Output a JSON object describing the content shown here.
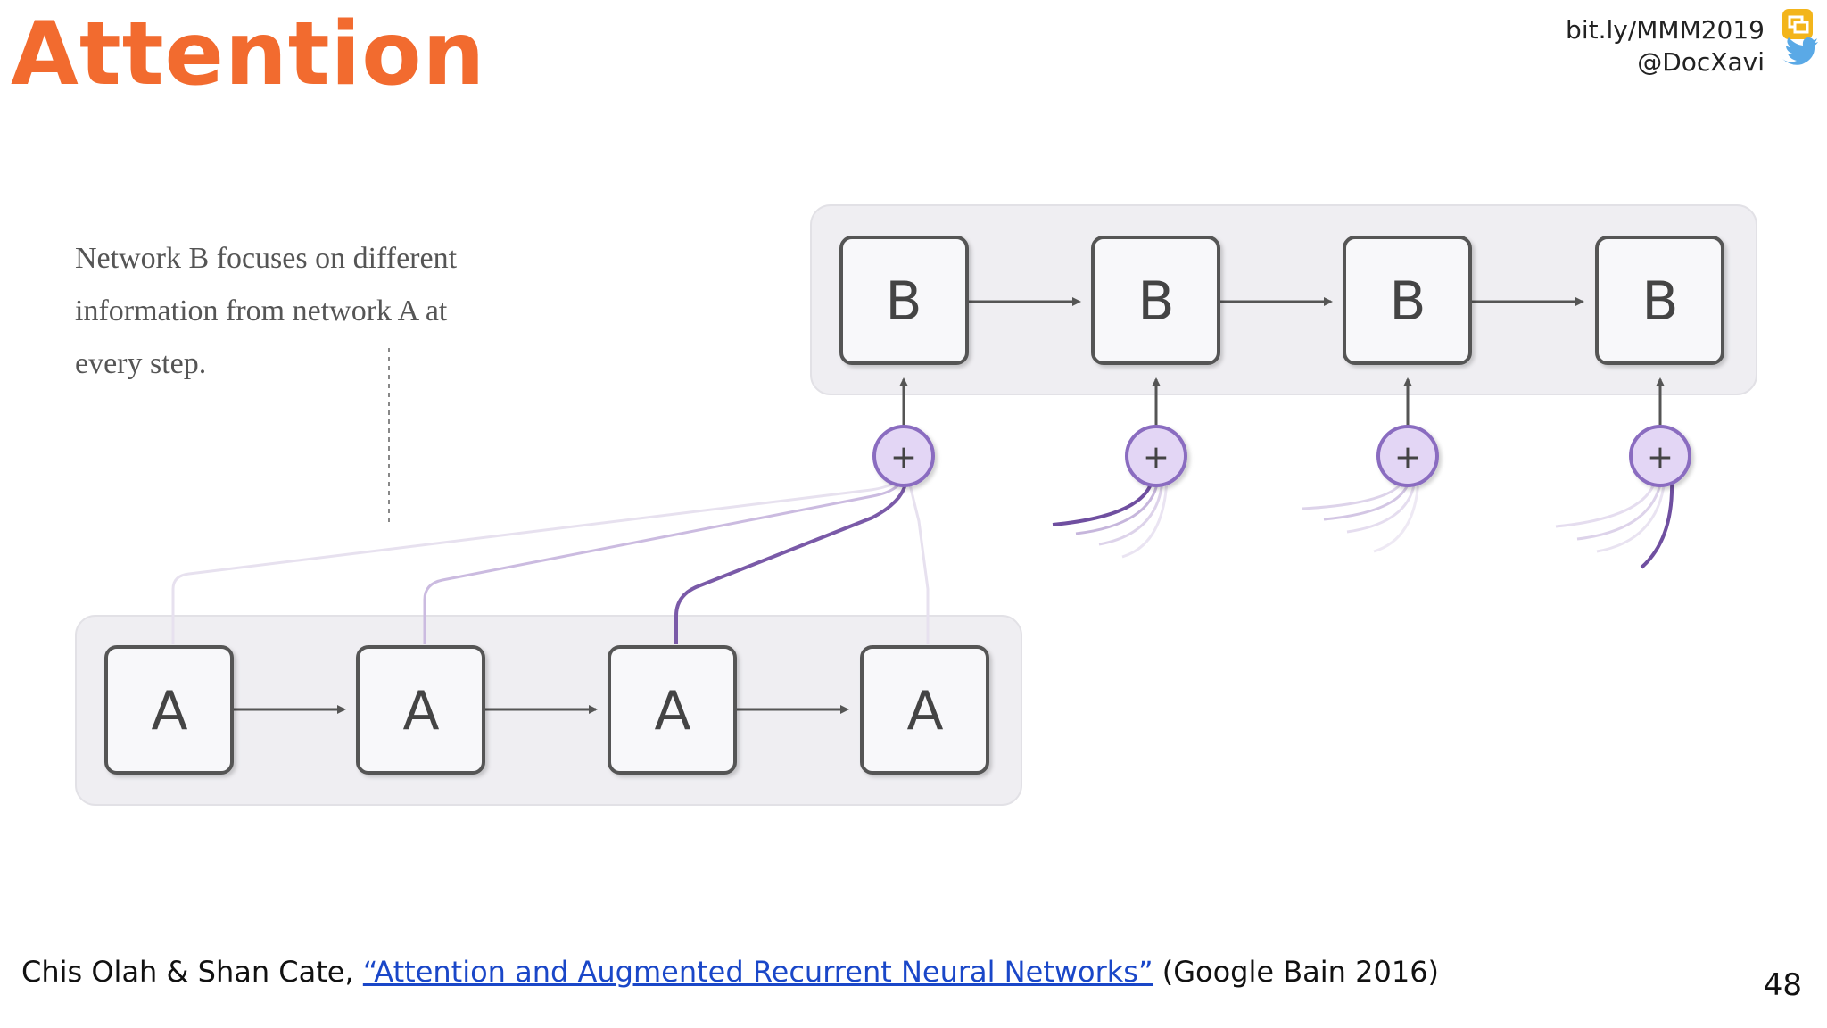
{
  "slide": {
    "title": "Attention",
    "page_number": "48",
    "social": {
      "link": "bit.ly/MMM2019",
      "handle": "@DocXavi"
    }
  },
  "diagram": {
    "caption_lines": [
      "Network B focuses on different",
      "information from network A at",
      "every step."
    ],
    "network_b_label": "B",
    "network_a_label": "A",
    "plus_symbol": "+"
  },
  "footer": {
    "authors": "Chis Olah & Shan Cate, ",
    "link_text": "“Attention and Augmented Recurrent Neural Networks”",
    "suffix": " (Google Bain 2016)"
  },
  "colors": {
    "title": "#f26b2f",
    "link": "#1a47c8",
    "attention": "#7a5aa8",
    "node_fill": "#e3d6f5"
  },
  "icons": [
    "slides-icon",
    "twitter-icon"
  ]
}
